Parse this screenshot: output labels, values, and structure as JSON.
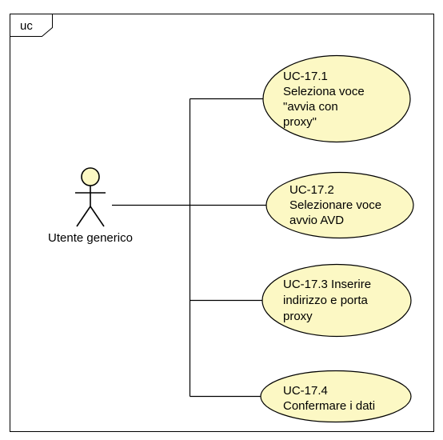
{
  "diagram": {
    "frame_label": "uc",
    "actor": {
      "name": "Utente generico",
      "icon": "stick-figure-actor-icon"
    },
    "use_cases": [
      {
        "lines": [
          "UC-17.1",
          "Seleziona voce",
          "\"avvia con",
          "proxy\""
        ]
      },
      {
        "lines": [
          "UC-17.2",
          "Selezionare voce",
          "avvio AVD"
        ]
      },
      {
        "lines": [
          "UC-17.3 Inserire",
          "indirizzo e porta",
          "proxy"
        ]
      },
      {
        "lines": [
          "UC-17.4",
          "Confermare i dati"
        ]
      }
    ],
    "colors": {
      "usecase_fill": "#fcf8c4",
      "actor_head_fill": "#fcf8c4",
      "stroke": "#000000",
      "background": "#ffffff"
    }
  }
}
